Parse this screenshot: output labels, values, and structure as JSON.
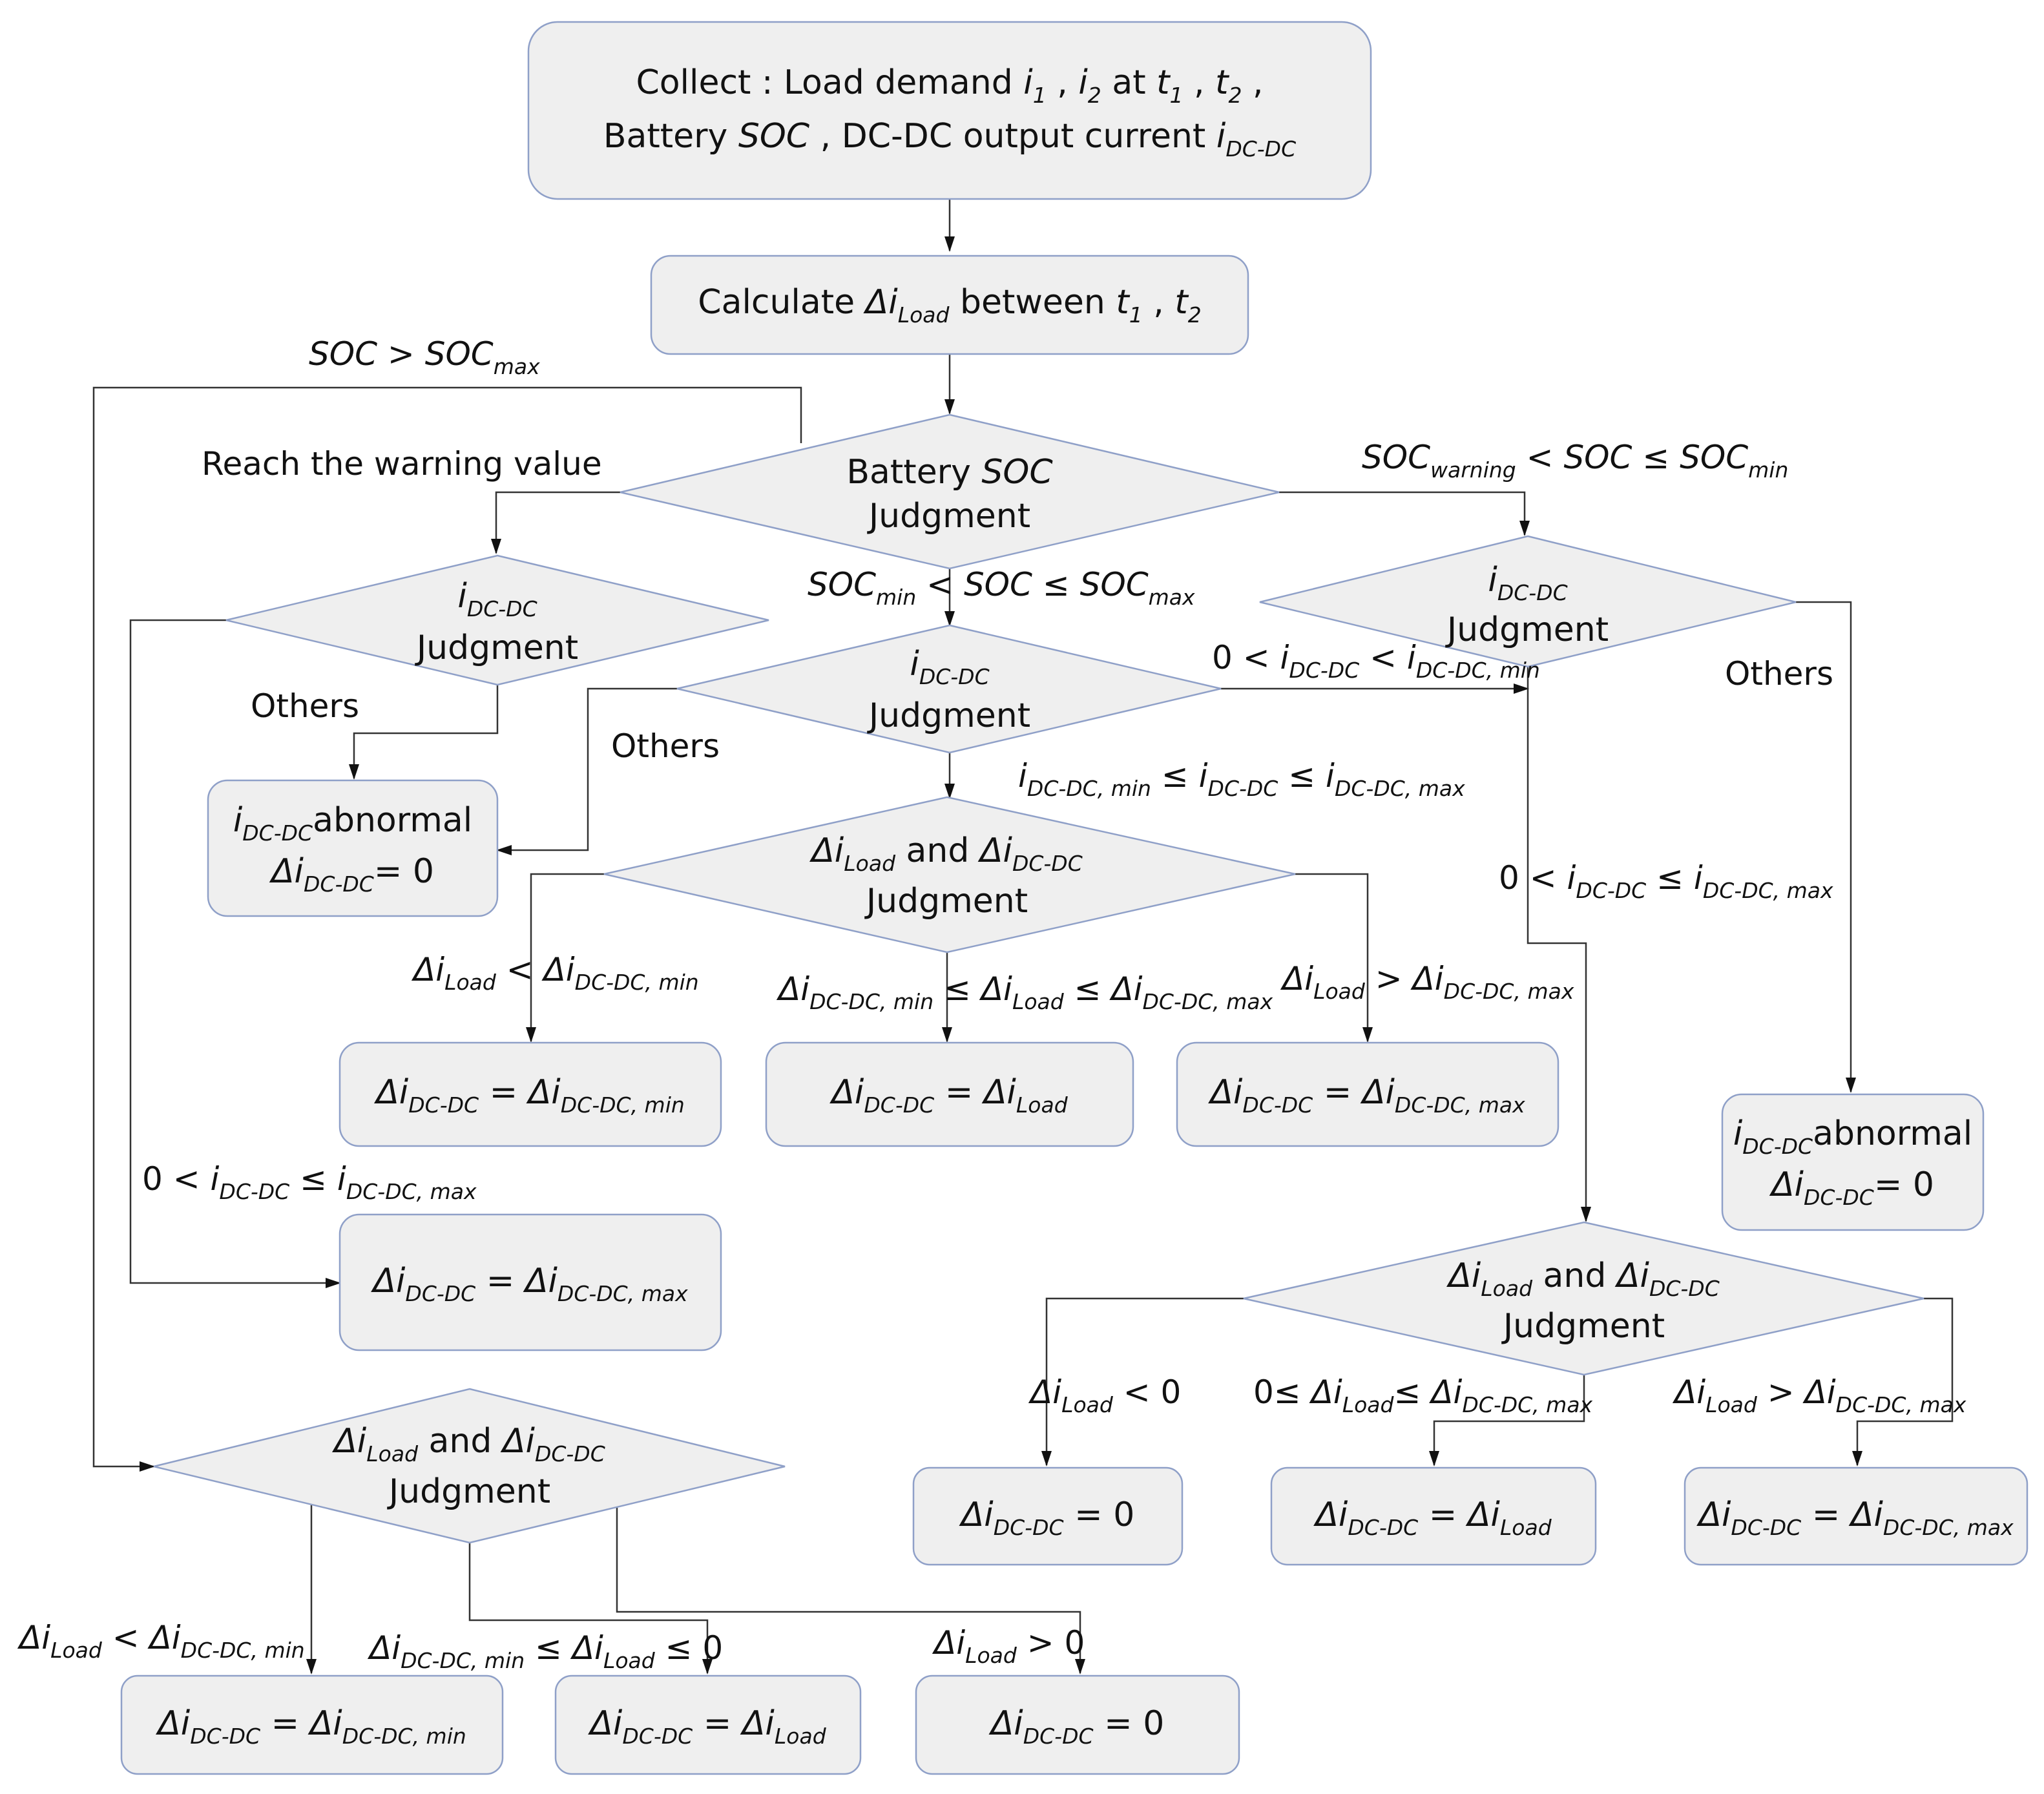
{
  "start_box": {
    "line1": [
      {
        "t": "Collect :   Load demand  "
      },
      {
        "t": "i",
        "s": "1",
        "i": true
      },
      {
        "t": " ,   "
      },
      {
        "t": "i",
        "s": "2",
        "i": true
      },
      {
        "t": "  at  "
      },
      {
        "t": "t",
        "s": "1",
        "i": true
      },
      {
        "t": " ,   "
      },
      {
        "t": "t",
        "s": "2",
        "i": true
      },
      {
        "t": " ,"
      }
    ],
    "line2": [
      {
        "t": "Battery "
      },
      {
        "t": "SOC",
        "i": true
      },
      {
        "t": " ,   DC-DC output current  "
      },
      {
        "t": "i",
        "s": "DC-DC",
        "i": true
      }
    ]
  },
  "calc_box": {
    "line1": [
      {
        "t": "Calculate   "
      },
      {
        "t": "Δi",
        "s": "Load",
        "i": true
      },
      {
        "t": "   between  "
      },
      {
        "t": "t",
        "s": "1",
        "i": true
      },
      {
        "t": " ,   "
      },
      {
        "t": "t",
        "s": "2",
        "i": true
      }
    ]
  },
  "soc_judgment": {
    "line1": [
      {
        "t": "Battery "
      },
      {
        "t": "SOC",
        "i": true
      }
    ],
    "line2": [
      {
        "t": "Judgment"
      }
    ]
  },
  "idc_judgment_left": {
    "line1": [
      {
        "t": "i",
        "s": "DC-DC",
        "i": true
      }
    ],
    "line2": [
      {
        "t": "Judgment"
      }
    ]
  },
  "idc_judgment_middle": {
    "line1": [
      {
        "t": "i",
        "s": "DC-DC",
        "i": true
      }
    ],
    "line2": [
      {
        "t": "Judgment"
      }
    ]
  },
  "idc_judgment_right": {
    "line1": [
      {
        "t": "i",
        "s": "DC-DC",
        "i": true
      }
    ],
    "line2": [
      {
        "t": "Judgment"
      }
    ]
  },
  "abnormal_left": {
    "line1": [
      {
        "t": "i",
        "s": "DC-DC",
        "i": true
      },
      {
        "t": "abnormal"
      }
    ],
    "line2": [
      {
        "t": "Δi",
        "s": "DC-DC",
        "i": true
      },
      {
        "t": "= 0"
      }
    ]
  },
  "abnormal_right": {
    "line1": [
      {
        "t": "i",
        "s": "DC-DC",
        "i": true
      },
      {
        "t": "abnormal"
      }
    ],
    "line2": [
      {
        "t": "Δi",
        "s": "DC-DC",
        "i": true
      },
      {
        "t": "= 0"
      }
    ]
  },
  "delta_judgment_middle": {
    "line1": [
      {
        "t": "Δi",
        "s": "Load",
        "i": true
      },
      {
        "t": " and "
      },
      {
        "t": "Δi",
        "s": "DC-DC",
        "i": true
      }
    ],
    "line2": [
      {
        "t": "Judgment"
      }
    ]
  },
  "delta_judgment_right": {
    "line1": [
      {
        "t": "Δi",
        "s": "Load",
        "i": true
      },
      {
        "t": " and "
      },
      {
        "t": "Δi",
        "s": "DC-DC",
        "i": true
      }
    ],
    "line2": [
      {
        "t": "Judgment"
      }
    ]
  },
  "delta_judgment_bottom": {
    "line1": [
      {
        "t": "Δi",
        "s": "Load",
        "i": true
      },
      {
        "t": " and "
      },
      {
        "t": "Δi",
        "s": "DC-DC",
        "i": true
      }
    ],
    "line2": [
      {
        "t": "Judgment"
      }
    ]
  },
  "result_mid_min": {
    "line1": [
      {
        "t": "Δi",
        "s": "DC-DC",
        "i": true
      },
      {
        "t": " = "
      },
      {
        "t": "Δi",
        "s": "DC-DC, min",
        "i": true
      }
    ]
  },
  "result_mid_load": {
    "line1": [
      {
        "t": "Δi",
        "s": "DC-DC",
        "i": true
      },
      {
        "t": " = "
      },
      {
        "t": "Δi",
        "s": "Load",
        "i": true
      }
    ]
  },
  "result_mid_max": {
    "line1": [
      {
        "t": "Δi",
        "s": "DC-DC",
        "i": true
      },
      {
        "t": " = "
      },
      {
        "t": "Δi",
        "s": "DC-DC, max",
        "i": true
      }
    ]
  },
  "result_left_max": {
    "line1": [
      {
        "t": "Δi",
        "s": "DC-DC",
        "i": true
      },
      {
        "t": " = "
      },
      {
        "t": "Δi",
        "s": "DC-DC, max",
        "i": true
      }
    ]
  },
  "result_right_zero": {
    "line1": [
      {
        "t": "Δi",
        "s": "DC-DC",
        "i": true
      },
      {
        "t": " = 0"
      }
    ]
  },
  "result_right_load": {
    "line1": [
      {
        "t": "Δi",
        "s": "DC-DC",
        "i": true
      },
      {
        "t": " = "
      },
      {
        "t": "Δi",
        "s": "Load",
        "i": true
      }
    ]
  },
  "result_right_max": {
    "line1": [
      {
        "t": "Δi",
        "s": "DC-DC",
        "i": true
      },
      {
        "t": " = "
      },
      {
        "t": "Δi",
        "s": "DC-DC, max",
        "i": true
      }
    ]
  },
  "result_bottom_min": {
    "line1": [
      {
        "t": "Δi",
        "s": "DC-DC",
        "i": true
      },
      {
        "t": " = "
      },
      {
        "t": "Δi",
        "s": "DC-DC, min",
        "i": true
      }
    ]
  },
  "result_bottom_load": {
    "line1": [
      {
        "t": "Δi",
        "s": "DC-DC",
        "i": true
      },
      {
        "t": " = "
      },
      {
        "t": "Δi",
        "s": "Load",
        "i": true
      }
    ]
  },
  "result_bottom_zero": {
    "line1": [
      {
        "t": "Δi",
        "s": "DC-DC",
        "i": true
      },
      {
        "t": " = 0"
      }
    ]
  },
  "labels": {
    "soc_above_max": [
      {
        "t": "SOC",
        "i": true
      },
      {
        "t": " > "
      },
      {
        "t": "SOC",
        "s": "max",
        "i": true
      }
    ],
    "reach_warning": [
      {
        "t": "Reach the warning value"
      }
    ],
    "soc_warning_to_min": [
      {
        "t": "SOC",
        "s": "warning",
        "i": true
      },
      {
        "t": " < "
      },
      {
        "t": "SOC",
        "i": true
      },
      {
        "t": " ≤ "
      },
      {
        "t": "SOC",
        "s": "min",
        "i": true
      }
    ],
    "soc_min_to_max": [
      {
        "t": "SOC",
        "s": "min",
        "i": true
      },
      {
        "t": " < "
      },
      {
        "t": "SOC",
        "i": true
      },
      {
        "t": " ≤ "
      },
      {
        "t": "SOC",
        "s": "max",
        "i": true
      }
    ],
    "others_left": [
      {
        "t": "Others"
      }
    ],
    "others_middle": [
      {
        "t": "Others"
      }
    ],
    "others_right": [
      {
        "t": "Others"
      }
    ],
    "idc_below_min": [
      {
        "t": "0 < "
      },
      {
        "t": "i",
        "s": "DC-DC",
        "i": true
      },
      {
        "t": " < "
      },
      {
        "t": "i",
        "s": "DC-DC, min",
        "i": true
      }
    ],
    "idc_min_to_max": [
      {
        "t": "i",
        "s": "DC-DC, min",
        "i": true
      },
      {
        "t": " ≤ "
      },
      {
        "t": "i",
        "s": "DC-DC",
        "i": true
      },
      {
        "t": " ≤ "
      },
      {
        "t": "i",
        "s": "DC-DC, max",
        "i": true
      }
    ],
    "idc_right_range": [
      {
        "t": "0 < "
      },
      {
        "t": "i",
        "s": "DC-DC",
        "i": true
      },
      {
        "t": " ≤ "
      },
      {
        "t": "i",
        "s": "DC-DC, max",
        "i": true
      }
    ],
    "idc_left_range": [
      {
        "t": "0 < "
      },
      {
        "t": "i",
        "s": "DC-DC",
        "i": true
      },
      {
        "t": " ≤ "
      },
      {
        "t": "i",
        "s": "DC-DC, max",
        "i": true
      }
    ],
    "dload_lt_min": [
      {
        "t": "Δi",
        "s": "Load",
        "i": true
      },
      {
        "t": " < "
      },
      {
        "t": "Δi",
        "s": "DC-DC, min",
        "i": true
      }
    ],
    "dload_min_to_max": [
      {
        "t": "Δi",
        "s": "DC-DC, min",
        "i": true
      },
      {
        "t": " ≤ "
      },
      {
        "t": "Δi",
        "s": "Load",
        "i": true
      },
      {
        "t": " ≤ "
      },
      {
        "t": "Δi",
        "s": "DC-DC, max",
        "i": true
      }
    ],
    "dload_gt_max": [
      {
        "t": "Δi",
        "s": "Load",
        "i": true
      },
      {
        "t": " > "
      },
      {
        "t": "Δi",
        "s": "DC-DC, max",
        "i": true
      }
    ],
    "dload_lt_zero": [
      {
        "t": "Δi",
        "s": "Load",
        "i": true
      },
      {
        "t": " < 0"
      }
    ],
    "dload_zero_to_max": [
      {
        "t": "0≤ "
      },
      {
        "t": "Δi",
        "s": "Load",
        "i": true
      },
      {
        "t": "≤ "
      },
      {
        "t": "Δi",
        "s": "DC-DC, max",
        "i": true
      }
    ],
    "dload_gt_max_right": [
      {
        "t": "Δi",
        "s": "Load",
        "i": true
      },
      {
        "t": " > "
      },
      {
        "t": "Δi",
        "s": "DC-DC, max",
        "i": true
      }
    ],
    "dload_lt_min_bottom": [
      {
        "t": "Δi",
        "s": "Load",
        "i": true
      },
      {
        "t": " < "
      },
      {
        "t": "Δi",
        "s": "DC-DC, min",
        "i": true
      }
    ],
    "dload_min_to_zero": [
      {
        "t": "Δi",
        "s": "DC-DC, min",
        "i": true
      },
      {
        "t": " ≤ "
      },
      {
        "t": "Δi",
        "s": "Load",
        "i": true
      },
      {
        "t": " ≤ 0"
      }
    ],
    "dload_gt_zero": [
      {
        "t": "Δi",
        "s": "Load",
        "i": true
      },
      {
        "t": " > 0"
      }
    ]
  }
}
